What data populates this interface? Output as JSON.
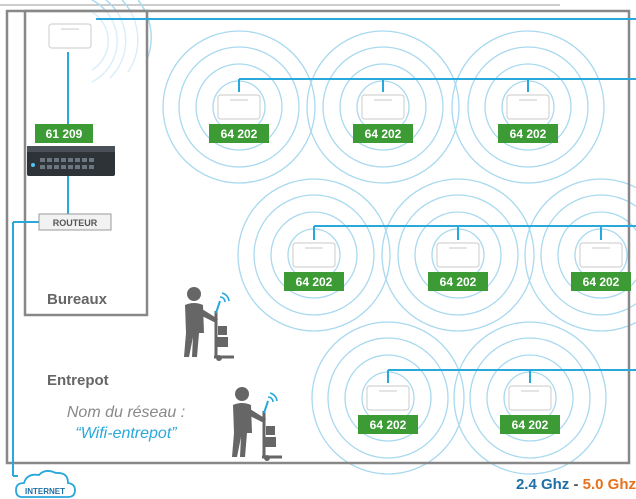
{
  "colors": {
    "wifi_ring": "#a9d9ef",
    "cable": "#29a8dc",
    "badge": "#3d9b35",
    "wall": "#888888",
    "person": "#666666",
    "freq_24": "#1e6fa8",
    "freq_50": "#e8711c"
  },
  "devices": {
    "switch_badge": "61 209",
    "router_label": "ROUTEUR",
    "internet_label": "INTERNET"
  },
  "access_points": [
    {
      "model": "64 202"
    },
    {
      "model": "64 202"
    },
    {
      "model": "64 202"
    },
    {
      "model": "64 202"
    },
    {
      "model": "64 202"
    },
    {
      "model": "64 202"
    },
    {
      "model": "64 202"
    },
    {
      "model": "64 202"
    }
  ],
  "rooms": {
    "office": "Bureaux",
    "warehouse": "Entrepot"
  },
  "network": {
    "caption": "Nom du réseau :",
    "ssid": "“Wifi-entrepot”"
  },
  "frequency": {
    "band_24": "2.4 Ghz",
    "separator": " - ",
    "band_50": "5.0 Ghz"
  }
}
